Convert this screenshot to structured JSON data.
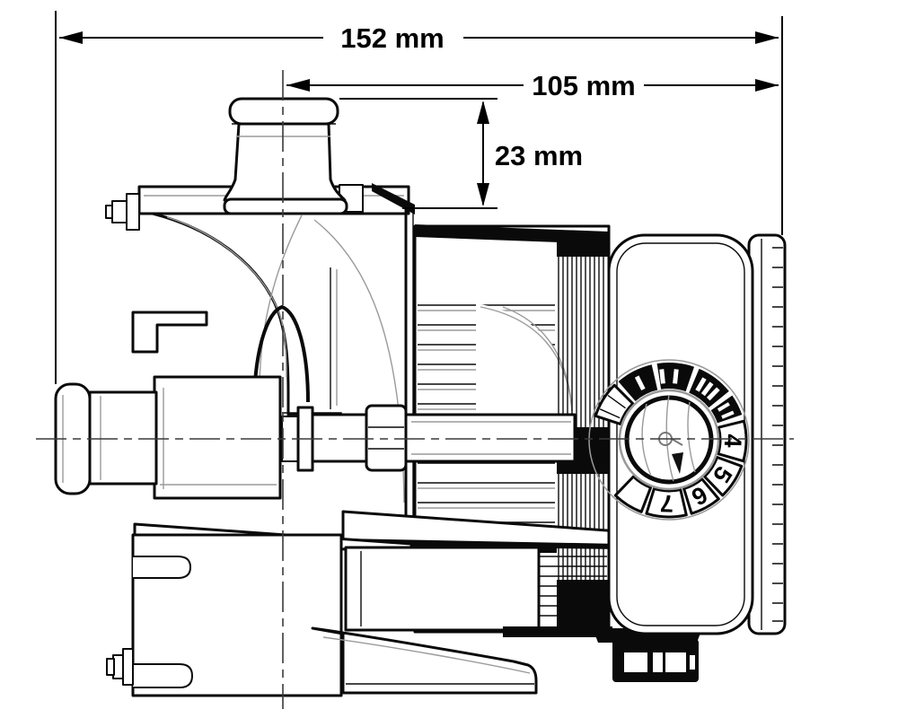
{
  "drawing": {
    "type": "technical-dimension-drawing",
    "subject": "circulation pump, side view",
    "annotations": {
      "overall_length": "152 mm",
      "length_to_outlet_center": "105 mm",
      "outlet_height": "23 mm"
    },
    "dial": {
      "numbers": [
        "4",
        "5",
        "6",
        "7"
      ],
      "tick_segments": 3
    },
    "colors": {
      "line": "#000000",
      "subtle_line": "#9a9a9a",
      "background": "#ffffff"
    }
  }
}
